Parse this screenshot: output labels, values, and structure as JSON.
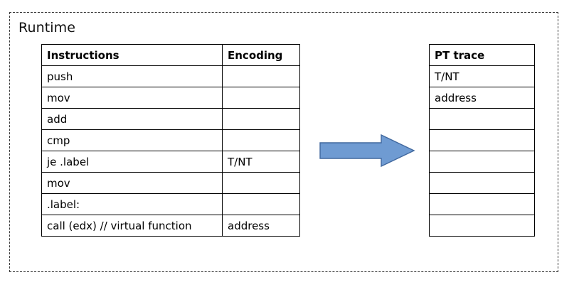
{
  "diagram": {
    "container_label": "Runtime",
    "border_color": "#3a3a3a",
    "background": "#ffffff"
  },
  "instructions_table": {
    "headers": [
      "Instructions",
      "Encoding"
    ],
    "rows": [
      {
        "instruction": "push",
        "encoding": ""
      },
      {
        "instruction": "mov",
        "encoding": ""
      },
      {
        "instruction": "add",
        "encoding": ""
      },
      {
        "instruction": "cmp",
        "encoding": ""
      },
      {
        "instruction": "je .label",
        "encoding": "T/NT"
      },
      {
        "instruction": "mov",
        "encoding": ""
      },
      {
        "instruction": ".label:",
        "encoding": ""
      },
      {
        "instruction": "call (edx) // virtual function",
        "encoding": "address"
      }
    ]
  },
  "pt_trace_table": {
    "header": "PT trace",
    "rows": [
      {
        "value": "T/NT"
      },
      {
        "value": "address"
      },
      {
        "value": ""
      },
      {
        "value": ""
      },
      {
        "value": ""
      },
      {
        "value": ""
      },
      {
        "value": ""
      },
      {
        "value": ""
      }
    ]
  },
  "arrow": {
    "name": "right-arrow",
    "direction": "right",
    "fill_color": "#6F9BD2",
    "stroke_color": "#41689E"
  }
}
